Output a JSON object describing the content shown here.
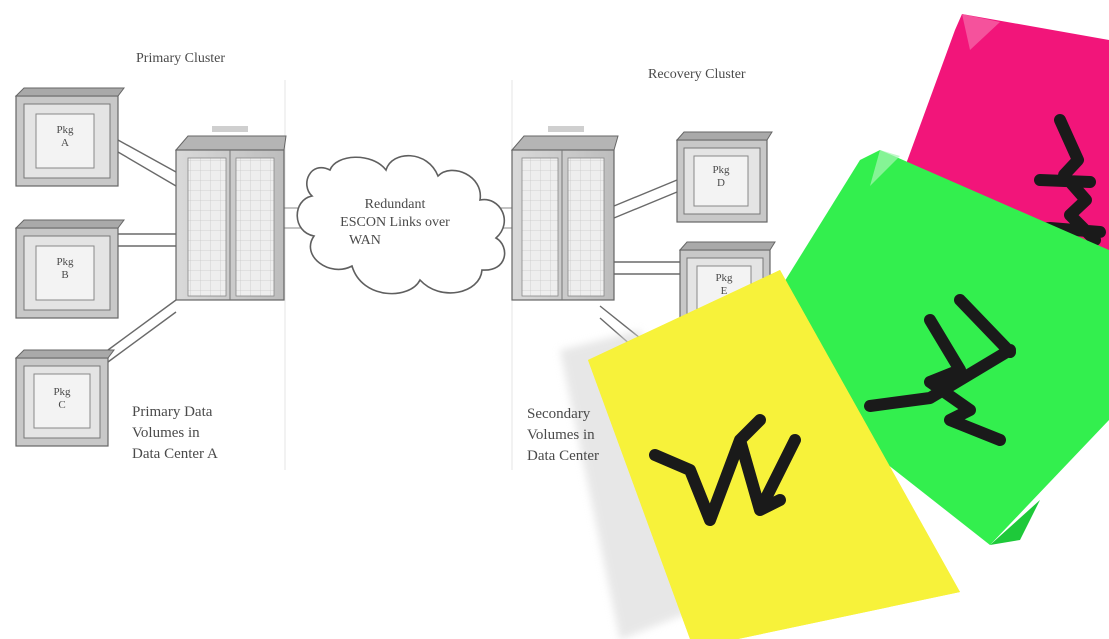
{
  "diagram": {
    "primary_cluster_label": "Primary Cluster",
    "recovery_cluster_label": "Recovery Cluster",
    "cloud_text": [
      "Redundant",
      "ESCON Links over",
      "WAN"
    ],
    "primary_volumes_text": [
      "Primary Data",
      "Volumes in",
      "Data Center A"
    ],
    "secondary_volumes_text": [
      "Secondary",
      "Volumes in",
      "Data Center"
    ],
    "packages": [
      {
        "line1": "Pkg",
        "line2": "A"
      },
      {
        "line1": "Pkg",
        "line2": "B"
      },
      {
        "line1": "Pkg",
        "line2": "C"
      },
      {
        "line1": "Pkg",
        "line2": "D"
      },
      {
        "line1": "Pkg",
        "line2": "E"
      }
    ]
  },
  "sticky_notes": [
    {
      "color": "#f7f23a",
      "mark": "W"
    },
    {
      "color": "#33ef4e",
      "mark": "W"
    },
    {
      "color": "#f2157a",
      "mark": "W"
    }
  ]
}
